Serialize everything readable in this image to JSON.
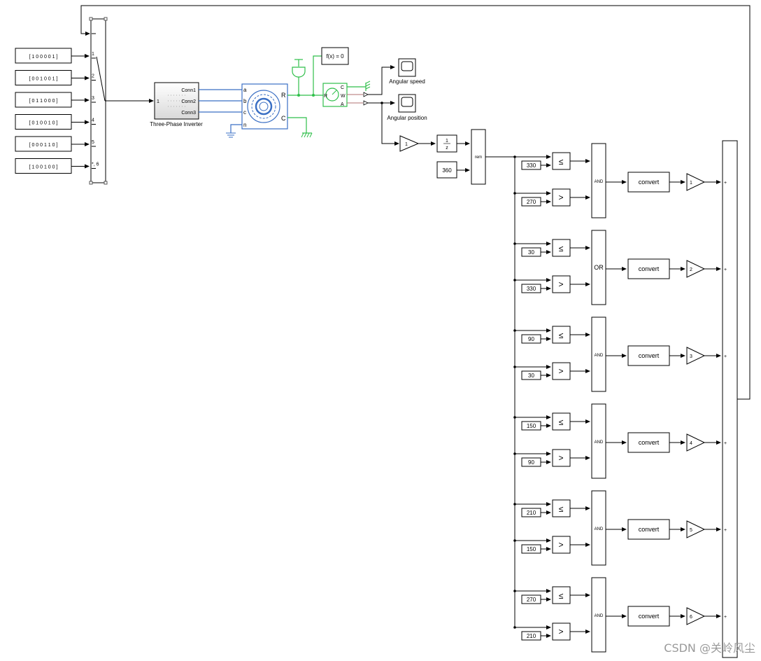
{
  "constants": [
    "[ 1  0  0  0  0  1 ]",
    "[ 0  0  1  0  0  1 ]",
    "[ 0  1  1  0  0  0 ]",
    "[ 0  1  0  0  1  0 ]",
    "[ 0  0  0  1  1  0 ]",
    "[ 1  0  0  1  0  0 ]"
  ],
  "switch_ports": [
    "1",
    "2",
    "3",
    "4",
    "5",
    "*, 6"
  ],
  "inverter": {
    "caption": "Three-Phase Inverter",
    "in_port": "1",
    "ports": [
      "Conn1",
      "Conn2",
      "Conn3"
    ]
  },
  "motor": {
    "left_ports": [
      "a",
      "b",
      "c",
      "n"
    ],
    "right_ports": [
      "R",
      "C"
    ]
  },
  "solver": "f(x) = 0",
  "sensor_ports": [
    "C",
    "W",
    "A"
  ],
  "sensor_left_port": "R",
  "scopes": [
    "Angular speed",
    "Angular position"
  ],
  "gain_main": "1",
  "unit_delay": {
    "num": "1",
    "den": "z"
  },
  "const_360": "360",
  "rem": "rem",
  "rows": [
    {
      "c1": "330",
      "c2": "270",
      "logic": "AND",
      "convert": "convert",
      "gain": "1"
    },
    {
      "c1": "30",
      "c2": "330",
      "logic": "OR",
      "convert": "convert",
      "gain": "2"
    },
    {
      "c1": "90",
      "c2": "30",
      "logic": "AND",
      "convert": "convert",
      "gain": "3"
    },
    {
      "c1": "150",
      "c2": "90",
      "logic": "AND",
      "convert": "convert",
      "gain": "4"
    },
    {
      "c1": "210",
      "c2": "150",
      "logic": "AND",
      "convert": "convert",
      "gain": "5"
    },
    {
      "c1": "270",
      "c2": "210",
      "logic": "AND",
      "convert": "convert",
      "gain": "6"
    }
  ],
  "ops": {
    "le": "≤",
    "gt": ">"
  },
  "sum_sign": "+",
  "watermark": "CSDN @关岭风尘"
}
